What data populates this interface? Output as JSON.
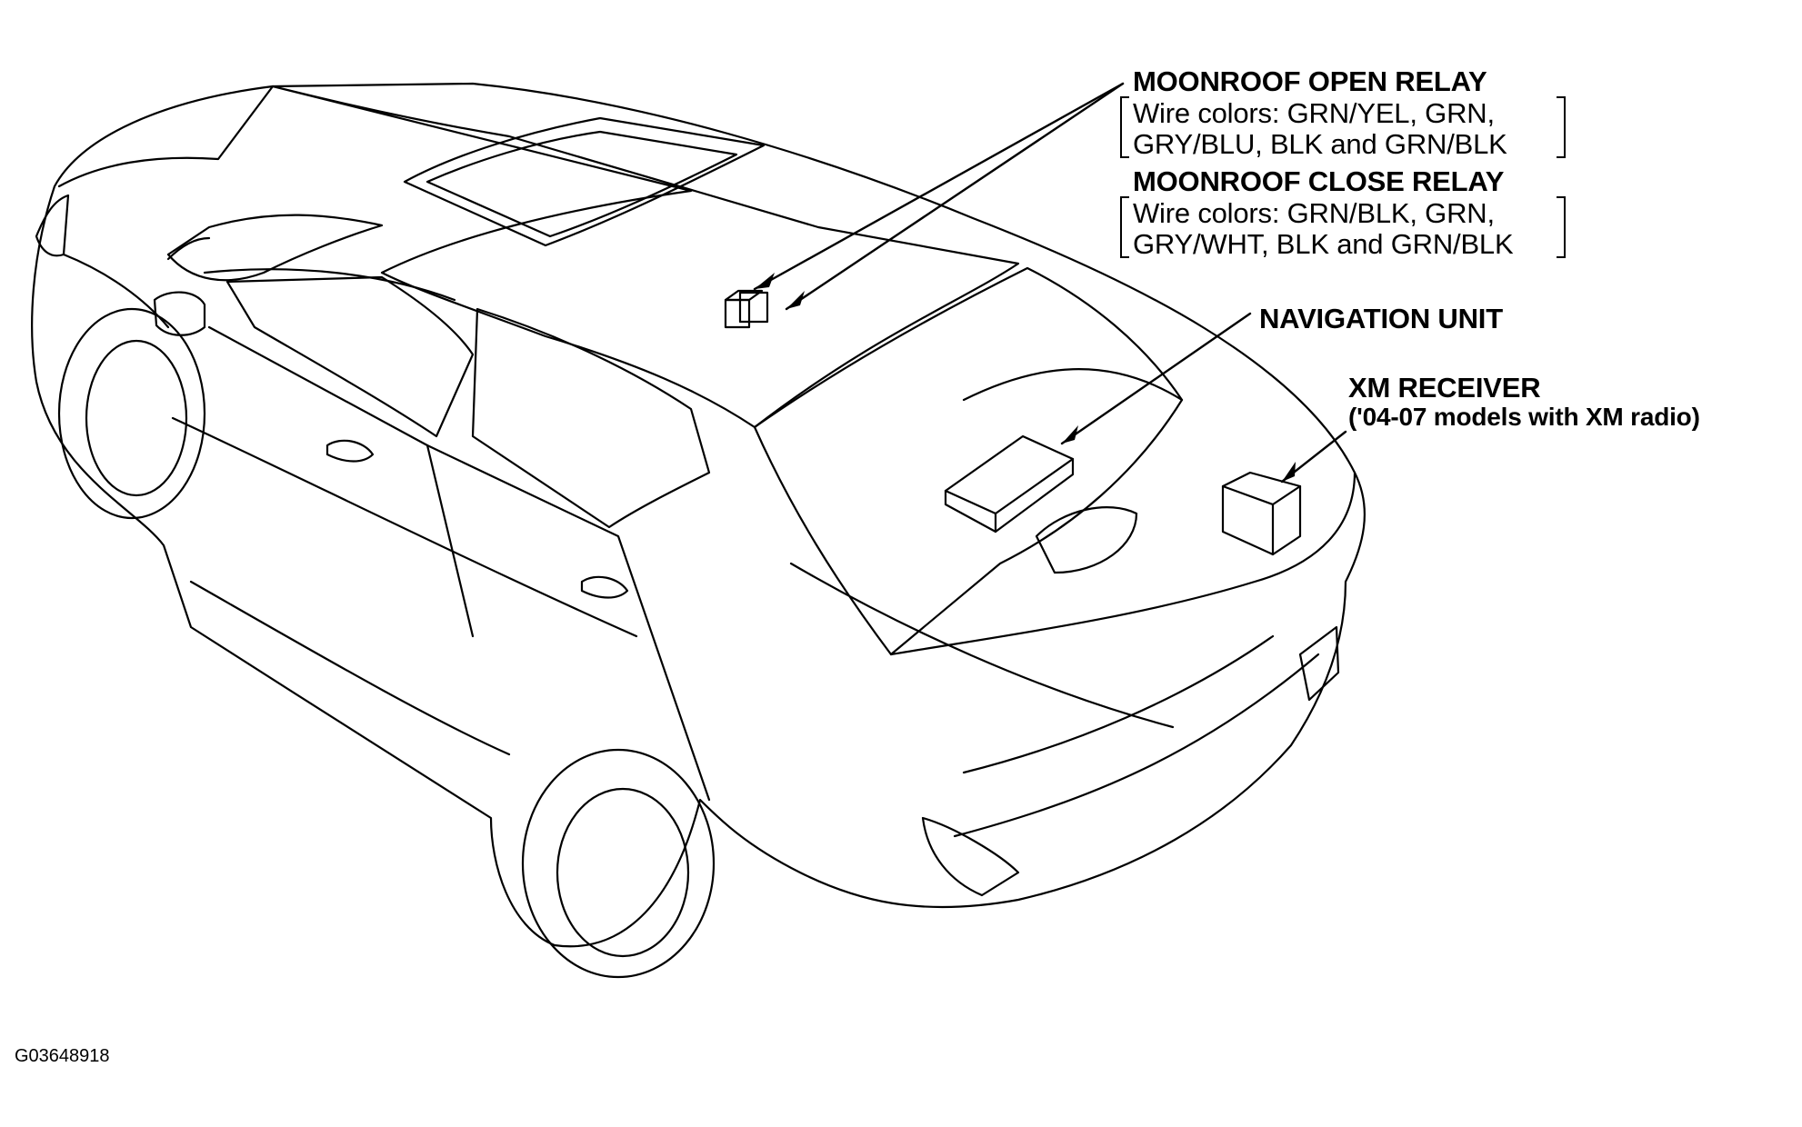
{
  "figure_code": "G03648918",
  "callouts": {
    "moonroof_open_relay": {
      "title": "MOONROOF OPEN RELAY",
      "wire_line1": "Wire colors: GRN/YEL, GRN,",
      "wire_line2": "GRY/BLU, BLK and GRN/BLK"
    },
    "moonroof_close_relay": {
      "title": "MOONROOF CLOSE RELAY",
      "wire_line1": "Wire colors: GRN/BLK, GRN,",
      "wire_line2": "GRY/WHT, BLK and GRN/BLK"
    },
    "navigation_unit": {
      "title": "NAVIGATION UNIT"
    },
    "xm_receiver": {
      "title": "XM RECEIVER",
      "note": "('04-07 models with XM radio)"
    }
  }
}
